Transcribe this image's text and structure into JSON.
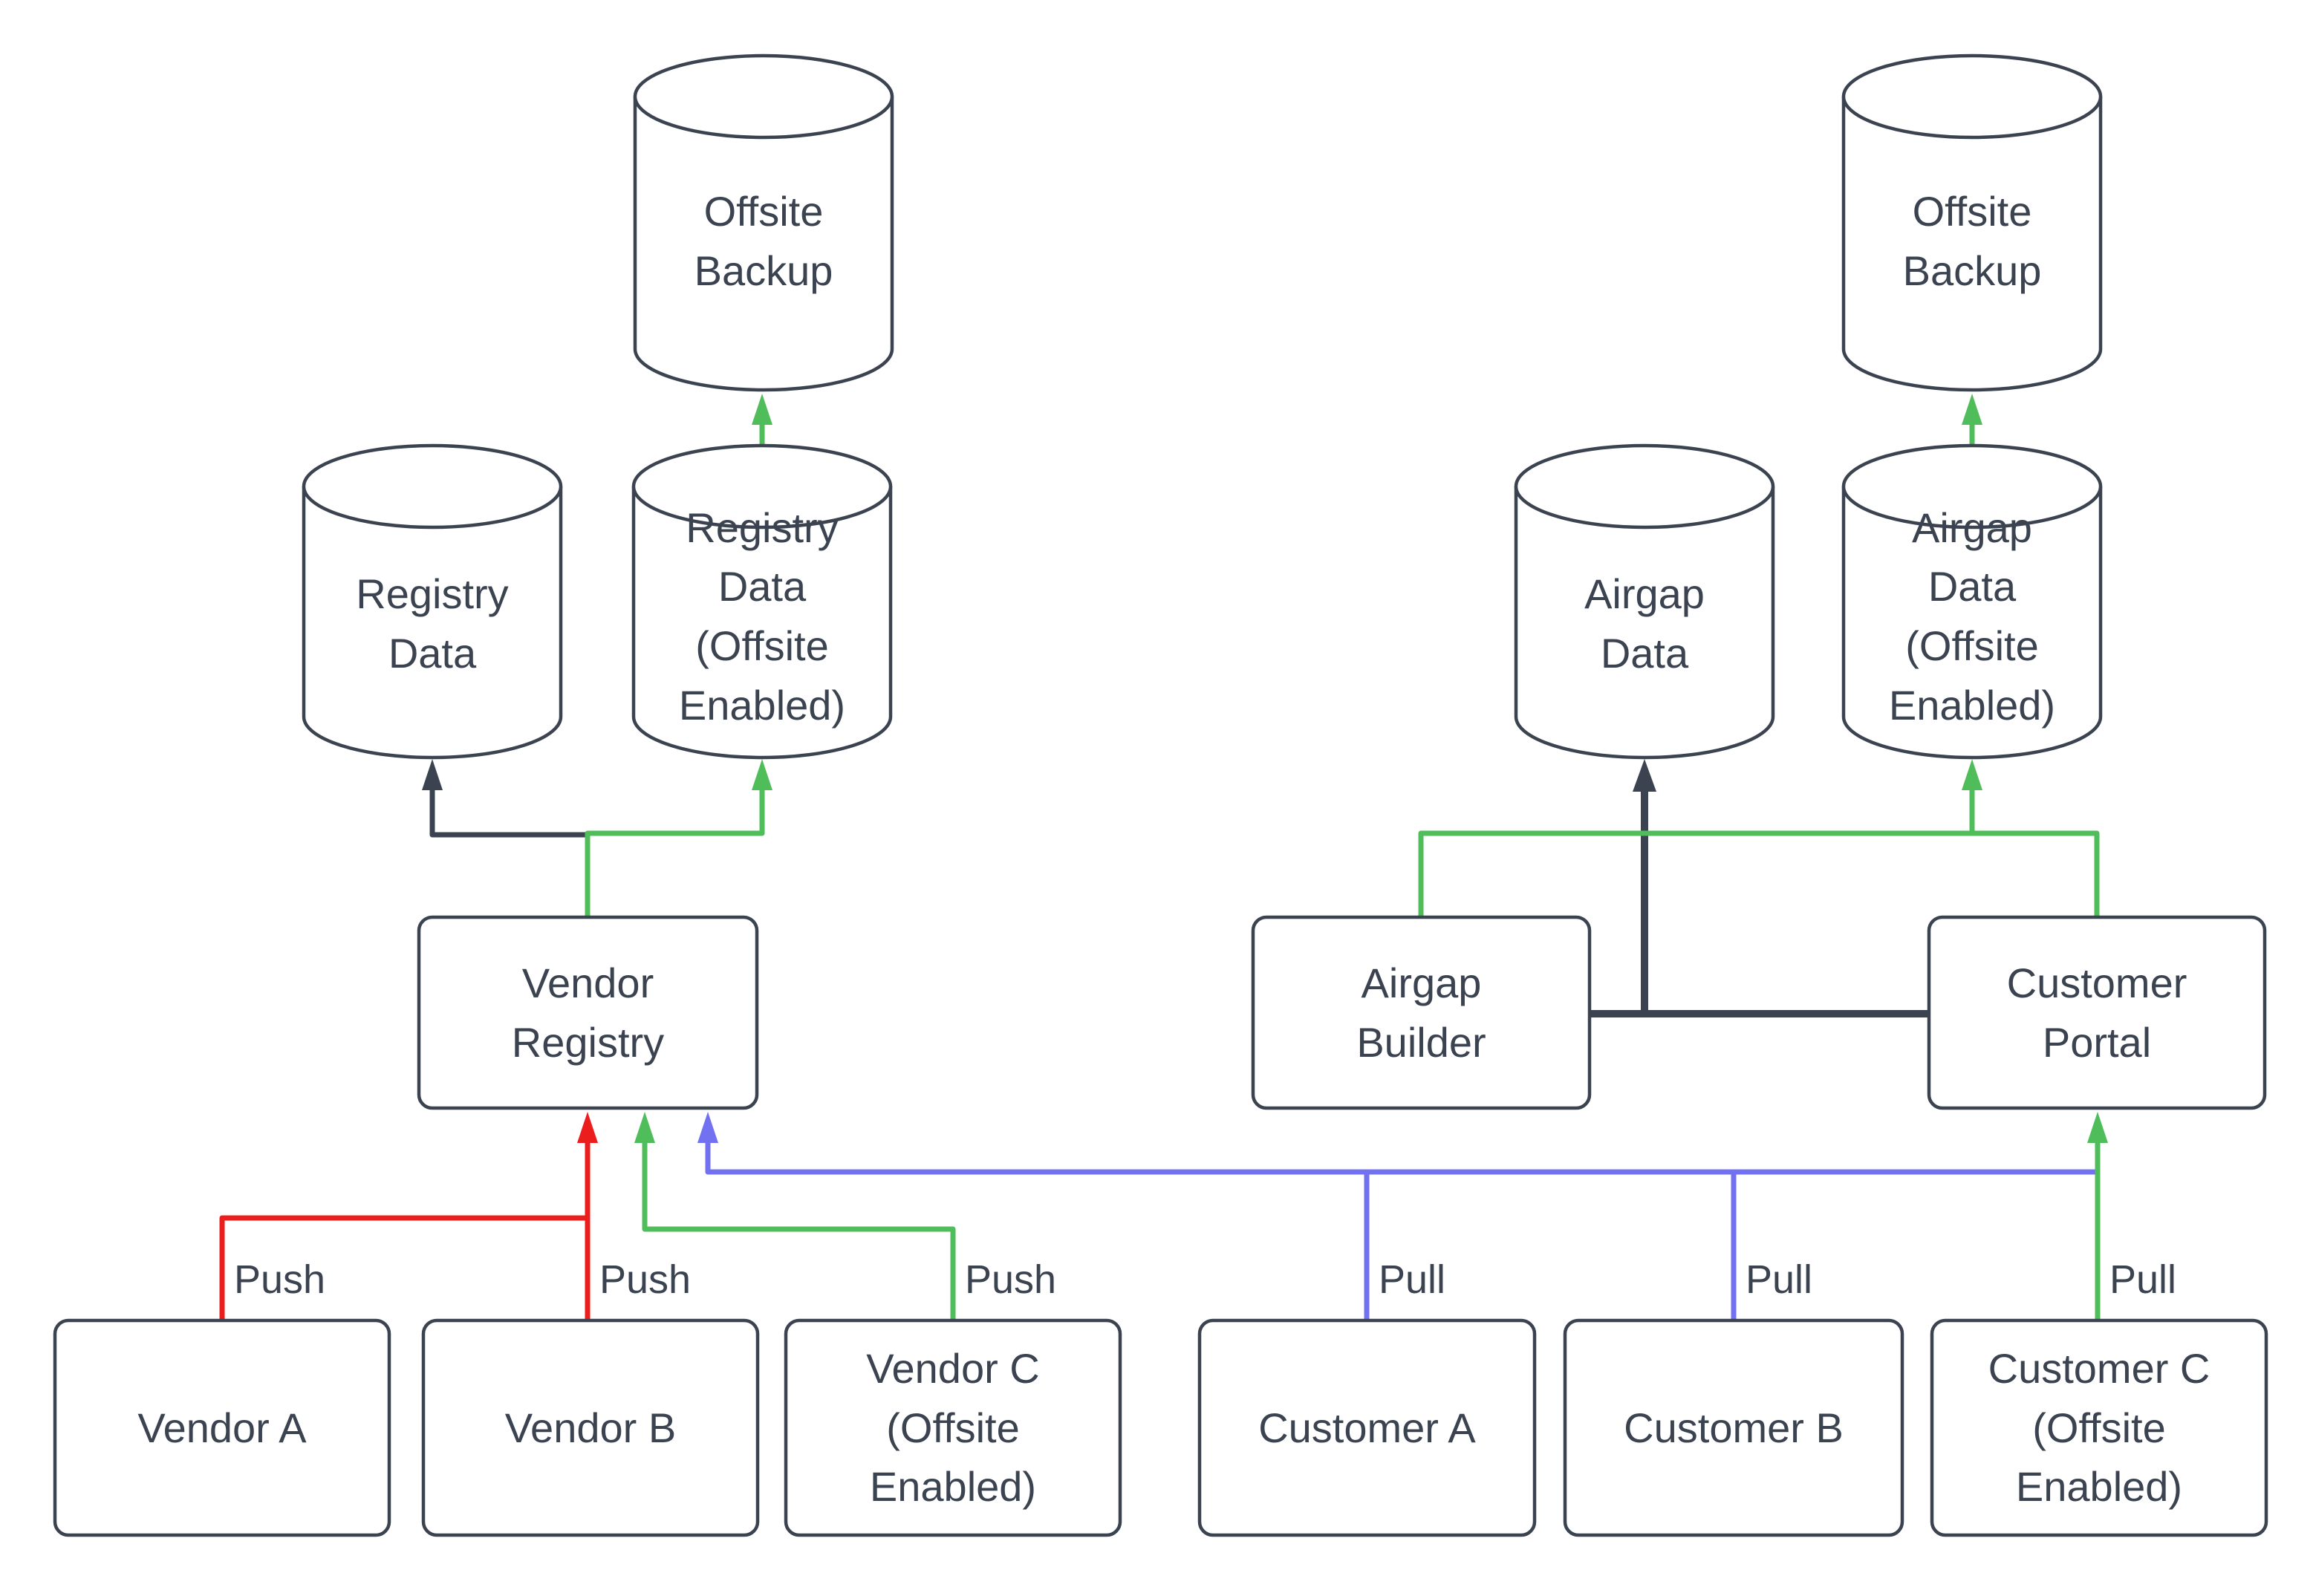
{
  "colors": {
    "background": "#ffffff",
    "node_fill": "#ffffff",
    "node_stroke": "#3b4351",
    "text": "#3b4351",
    "dark": "#3b4351",
    "green": "#4fbd59",
    "red": "#ec1d1d",
    "blue": "#7171f2"
  },
  "nodes": {
    "offsite_backup_left": {
      "label": "Offsite\nBackup",
      "shape": "cylinder"
    },
    "registry_data": {
      "label": "Registry\nData",
      "shape": "cylinder"
    },
    "registry_data_offsite": {
      "label": "Registry\nData\n(Offsite\nEnabled)",
      "shape": "cylinder"
    },
    "vendor_registry": {
      "label": "Vendor\nRegistry",
      "shape": "box"
    },
    "vendor_a": {
      "label": "Vendor A",
      "shape": "box"
    },
    "vendor_b": {
      "label": "Vendor B",
      "shape": "box"
    },
    "vendor_c": {
      "label": "Vendor C\n(Offsite\nEnabled)",
      "shape": "box"
    },
    "airgap_data": {
      "label": "Airgap\nData",
      "shape": "cylinder"
    },
    "airgap_data_offsite": {
      "label": "Airgap\nData\n(Offsite\nEnabled)",
      "shape": "cylinder"
    },
    "offsite_backup_right": {
      "label": "Offsite\nBackup",
      "shape": "cylinder"
    },
    "airgap_builder": {
      "label": "Airgap\nBuilder",
      "shape": "box"
    },
    "customer_portal": {
      "label": "Customer\nPortal",
      "shape": "box"
    },
    "customer_a": {
      "label": "Customer A",
      "shape": "box"
    },
    "customer_b": {
      "label": "Customer B",
      "shape": "box"
    },
    "customer_c": {
      "label": "Customer C\n(Offsite\nEnabled)",
      "shape": "box"
    }
  },
  "edges": {
    "vendor_a_push": {
      "from": "Vendor A",
      "to": "Vendor Registry",
      "label": "Push",
      "color_key": "red"
    },
    "vendor_b_push": {
      "from": "Vendor B",
      "to": "Vendor Registry",
      "label": "Push",
      "color_key": "red"
    },
    "vendor_c_push": {
      "from": "Vendor C (Offsite Enabled)",
      "to": "Vendor Registry",
      "label": "Push",
      "color_key": "green"
    },
    "registry_to_registry_data": {
      "from": "Vendor Registry",
      "to": "Registry Data",
      "color_key": "dark"
    },
    "registry_to_registry_data_offsite": {
      "from": "Vendor Registry",
      "to": "Registry Data (Offsite Enabled)",
      "color_key": "green"
    },
    "registry_data_offsite_to_backup": {
      "from": "Registry Data (Offsite Enabled)",
      "to": "Offsite Backup",
      "color_key": "green"
    },
    "customer_a_pull": {
      "from": "Customer A",
      "to": "Vendor Registry",
      "label": "Pull",
      "color_key": "blue"
    },
    "customer_b_pull": {
      "from": "Customer B",
      "to": "Vendor Registry",
      "label": "Pull",
      "color_key": "blue"
    },
    "customer_c_pull": {
      "from": "Customer C (Offsite Enabled)",
      "to": "Customer Portal",
      "label": "Pull",
      "color_key": "green"
    },
    "builder_portal_to_airgap_data": {
      "from": "Airgap Builder / Customer Portal",
      "to": "Airgap Data",
      "color_key": "dark"
    },
    "builder_portal_to_airgap_data_offsite": {
      "from": "Airgap Builder + Customer Portal",
      "to": "Airgap Data (Offsite Enabled)",
      "color_key": "green"
    },
    "airgap_data_offsite_to_backup": {
      "from": "Airgap Data (Offsite Enabled)",
      "to": "Offsite Backup",
      "color_key": "green"
    }
  }
}
